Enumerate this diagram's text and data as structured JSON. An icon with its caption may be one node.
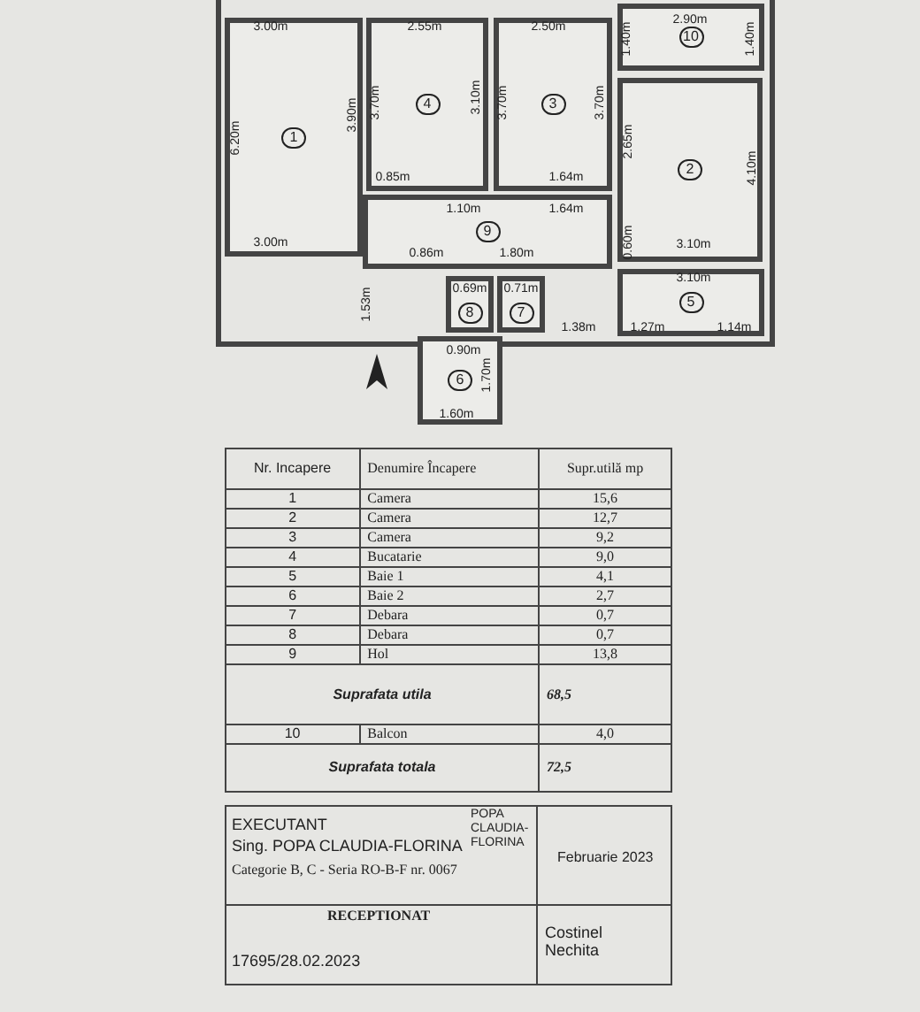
{
  "diagram": {
    "nodes": [
      {
        "text": [
          "1"
        ]
      },
      {
        "text": [
          "4"
        ]
      },
      {
        "text": [
          "3"
        ]
      },
      {
        "text": [
          "10"
        ]
      },
      {
        "text": [
          "2"
        ]
      },
      {
        "text": [
          "9"
        ]
      },
      {
        "text": [
          "8"
        ]
      },
      {
        "text": [
          "7"
        ]
      },
      {
        "text": [
          "5"
        ]
      },
      {
        "text": [
          "6"
        ]
      }
    ],
    "edges": [],
    "labels": [
      "3.00m",
      "2.55m",
      "2.50m",
      "2.90m",
      "1.40m",
      "1.40m",
      "3.70m",
      "3.10m",
      "3.70m",
      "3.70m",
      "6.20m",
      "3.90m",
      "2.65m",
      "4.10m",
      "0.85m",
      "1.64m",
      "1.10m",
      "1.64m",
      "3.00m",
      "0.60m",
      "3.10m",
      "0.86m",
      "1.80m",
      "3.10m",
      "0.69m",
      "0.71m",
      "1.53m",
      "1.38m",
      "1.27m",
      "1.14m",
      "0.90m",
      "1.70m",
      "1.60m",
      "Nr. Incapere",
      "Denumire Încapere",
      "Supr.utilă mp",
      "1",
      "Camera",
      "15,6",
      "2",
      "Camera",
      "12,7",
      "3",
      "Camera",
      "9,2",
      "4",
      "Bucatarie",
      "9,0",
      "5",
      "Baie 1",
      "4,1",
      "6",
      "Baie 2",
      "2,7",
      "7",
      "Debara",
      "0,7",
      "8",
      "Debara",
      "0,7",
      "9",
      "Hol",
      "13,8",
      "Suprafata utila",
      "68,5",
      "10",
      "Balcon",
      "4,0",
      "Suprafata totala",
      "72,5",
      "EXECUTANT",
      "Sing. POPA CLAUDIA-FLORINA",
      "Categorie B, C - Seria RO-B-F nr. 0067",
      "POPA CLAUDIA-FLORINA",
      "Februarie 2023",
      "RECEPTIONAT",
      "17695/28.02.2023",
      "Costinel Nechita"
    ]
  }
}
